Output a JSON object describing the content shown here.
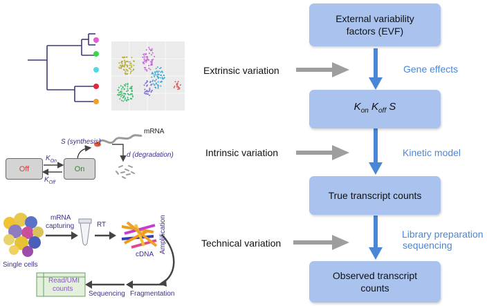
{
  "flow": {
    "evf": "External variability factors (EVF)",
    "kinetic": {
      "k": "K",
      "on": "on",
      "off": "off",
      "s": "S"
    },
    "true_counts": "True transcript counts",
    "observed": "Observed transcript counts"
  },
  "variations": {
    "extrinsic": "Extrinsic variation",
    "intrinsic": "Intrinsic variation",
    "technical": "Technical variation"
  },
  "side_labels": {
    "gene_effects": "Gene effects",
    "kinetic_model": "Kinetic model",
    "library_prep": "Library preparation",
    "sequencing": "sequencing"
  },
  "kinetic_diagram": {
    "off": "Off",
    "on": "On",
    "k_on": "K",
    "k_on_sub": "On",
    "k_off": "K",
    "k_off_sub": "Off",
    "synthesis": "S (synthesis)",
    "mrna": "mRNA",
    "degradation": "d (degradation)"
  },
  "protocol": {
    "single_cells": "Single cells",
    "mrna_capturing_1": "mRNA",
    "mrna_capturing_2": "capturing",
    "rt": "RT",
    "cdna": "cDNA",
    "amplification": "Amplification",
    "fragmentation": "Fragmentation",
    "sequencing": "Sequencing",
    "read_umi_1": "Read/UMI",
    "read_umi_2": "counts"
  },
  "colors": {
    "box_fill": "#a9c3ee",
    "blue_arrow": "#4a86d6",
    "grey_arrow": "#9e9e9e",
    "label_blue": "#4a86d6",
    "tree_line": "#3b3b7a",
    "leaf_colors": [
      "#e85bd0",
      "#38d64a",
      "#4fd9e3",
      "#e0283c",
      "#f0a02a"
    ]
  }
}
